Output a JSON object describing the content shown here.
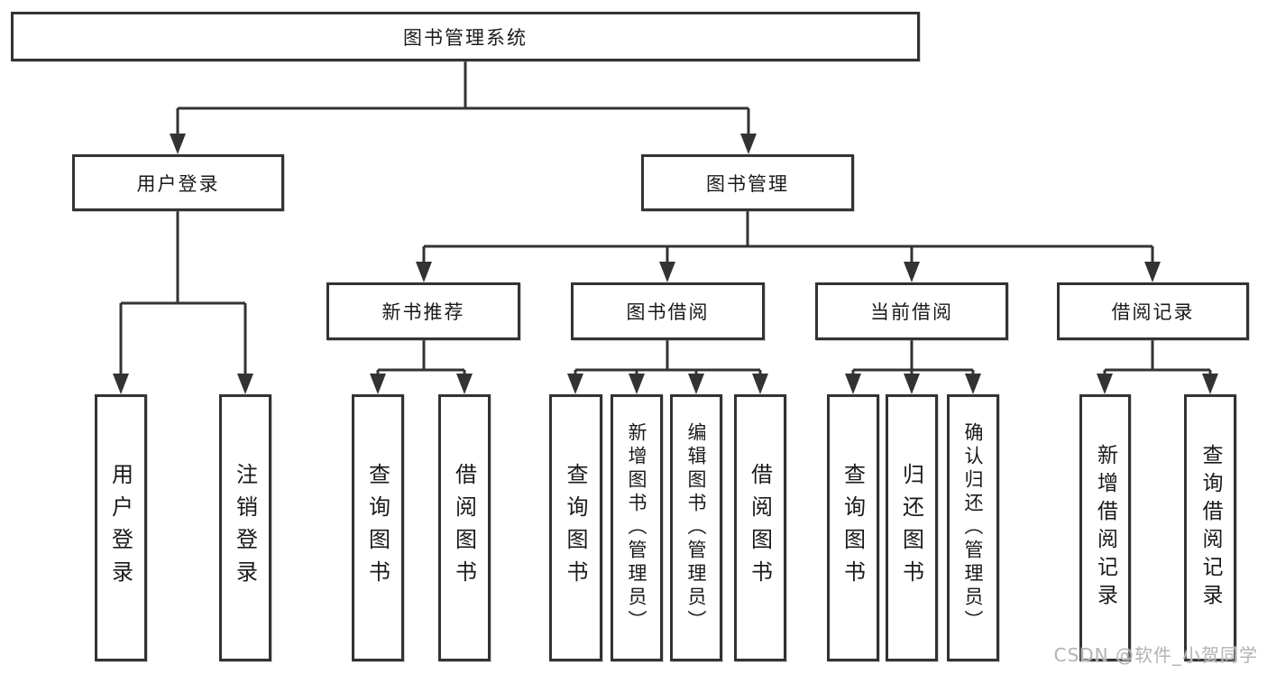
{
  "root": {
    "label": "图书管理系统"
  },
  "level2": {
    "user_login": "用户登录",
    "book_management": "图书管理"
  },
  "level3": {
    "new_book_recommend": "新书推荐",
    "book_borrow": "图书借阅",
    "current_borrow": "当前借阅",
    "borrow_records": "借阅记录"
  },
  "leaves": {
    "user": [
      "用户登录",
      "注销登录"
    ],
    "new_book": [
      "查询图书",
      "借阅图书"
    ],
    "borrow": [
      "查询图书",
      "新增图书（管理员）",
      "编辑图书（管理员）",
      "借阅图书"
    ],
    "current": [
      "查询图书",
      "归还图书",
      "确认归还（管理员）"
    ],
    "records": [
      "新增借阅记录",
      "查询借阅记录"
    ]
  },
  "watermark": "CSDN @软件_小贺同学",
  "colors": {
    "line": "#333333",
    "box_border": "#333333",
    "text": "#1a1a1a",
    "watermark": "#b3b3b3",
    "background": "#ffffff"
  }
}
